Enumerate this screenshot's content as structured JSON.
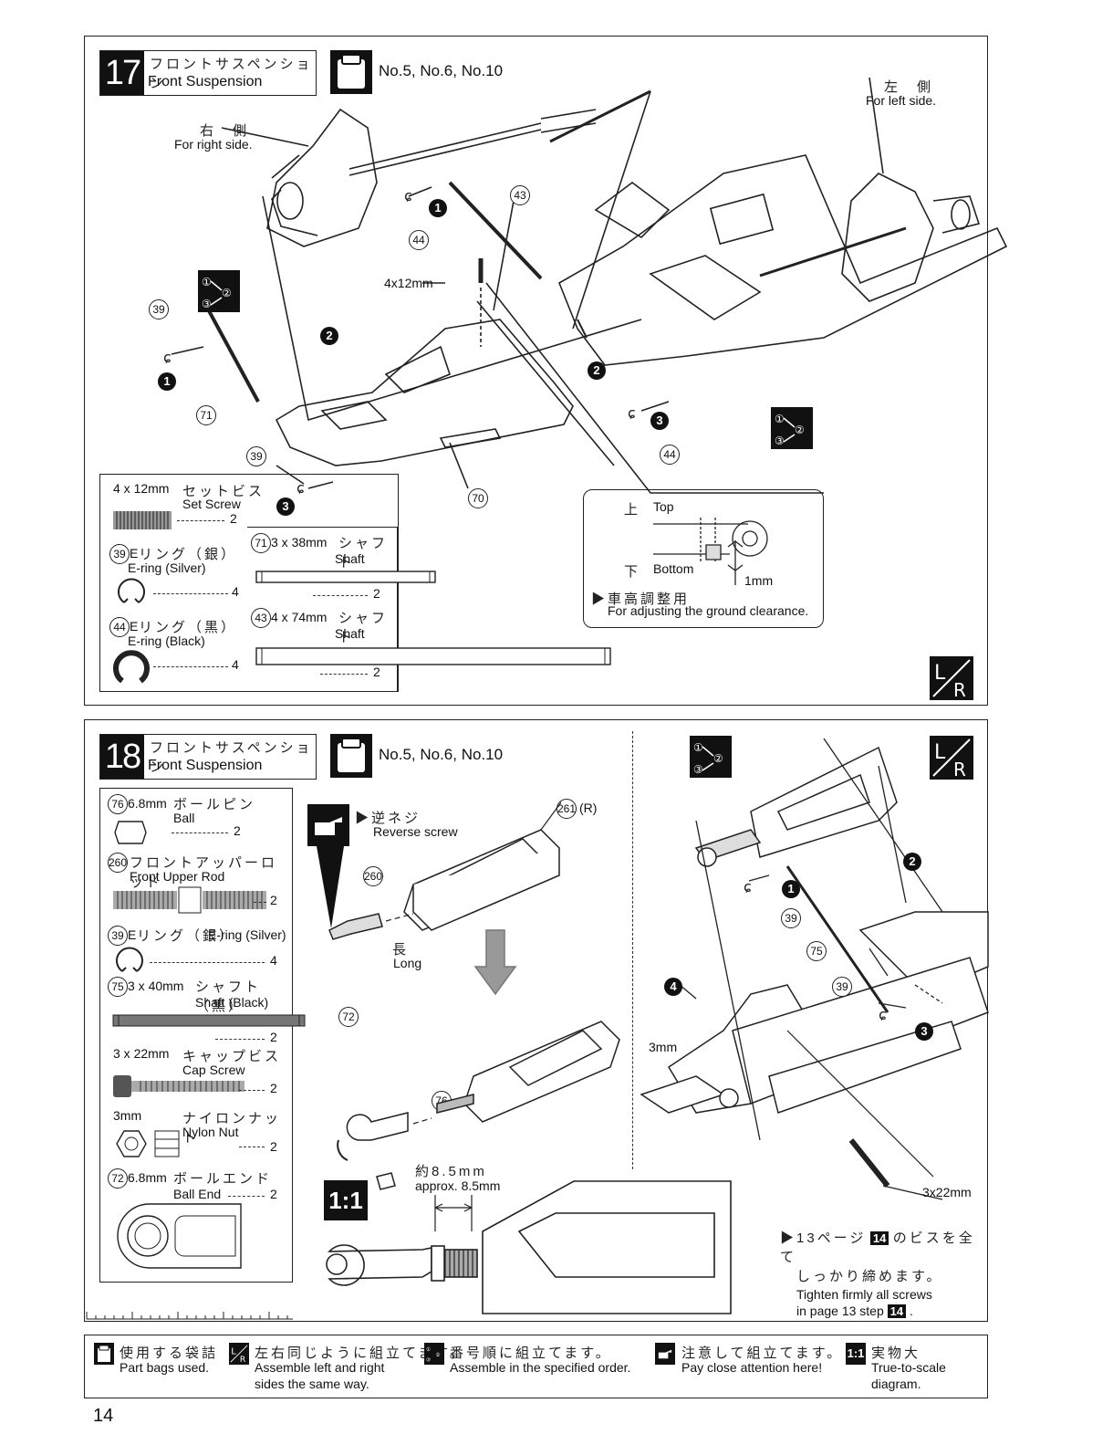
{
  "page_number": "14",
  "step17": {
    "number": "17",
    "title_jp": "フロントサスペンション",
    "title_en": "Front Suspension",
    "bags": "No.5, No.6, No.10",
    "right_jp": "右　側",
    "right_en": "For right side.",
    "left_jp": "左　側",
    "left_en": "For left side.",
    "screw_size": "4x12mm",
    "callout": {
      "top_jp": "上",
      "top_en": "Top",
      "bottom_jp": "下",
      "bottom_en": "Bottom",
      "gap": "1mm",
      "note_jp": "▶車高調整用",
      "note_en": "For adjusting the ground clearance."
    },
    "parts": [
      {
        "num": "",
        "size": "4 x 12mm",
        "jp": "セットビス",
        "en": "Set Screw",
        "qty": "2"
      },
      {
        "num": "39",
        "size": "E",
        "jp": "リング（銀）",
        "en": "E-ring (Silver)",
        "qty": "4"
      },
      {
        "num": "44",
        "size": "E",
        "jp": "リング（黒）",
        "en": "E-ring (Black)",
        "qty": "4"
      },
      {
        "num": "71",
        "size": "3 x 38mm",
        "jp": "シャフト",
        "en": "Shaft",
        "qty": "2"
      },
      {
        "num": "43",
        "size": "4 x 74mm",
        "jp": "シャフト",
        "en": "Shaft",
        "qty": "2"
      }
    ],
    "labels": [
      "39",
      "71",
      "44",
      "43",
      "70",
      "39",
      "44"
    ]
  },
  "step18": {
    "number": "18",
    "title_jp": "フロントサスペンション",
    "title_en": "Front Suspension",
    "bags": "No.5, No.6, No.10",
    "reverse_jp": "▶逆ネジ",
    "reverse_en": "Reverse screw",
    "part_r": "(R)",
    "long_jp": "長",
    "long_en": "Long",
    "approx_jp": "約8.5mm",
    "approx_en": "approx. 8.5mm",
    "nut_size": "3mm",
    "screw_size": "3x22mm",
    "note_jp1": "▶13ページ",
    "note_step": "14",
    "note_jp2": "のビスを全て",
    "note_jp3": "しっかり締めます。",
    "note_en1": "Tighten firmly all screws",
    "note_en2": "in page 13 step",
    "note_en_end": ".",
    "parts": [
      {
        "num": "76",
        "size": "6.8mm",
        "jp": "ボールピン",
        "en": "Ball",
        "qty": "2"
      },
      {
        "num": "260",
        "size": "",
        "jp": "フロントアッパーロッド",
        "en": "Front Upper Rod",
        "qty": "2"
      },
      {
        "num": "39",
        "size": "E",
        "jp": "リング（銀）",
        "en": "E-ring (Silver)",
        "qty": "4"
      },
      {
        "num": "75",
        "size": "3 x 40mm",
        "jp": "シャフト（黒）",
        "en": "Shaft (Black)",
        "qty": "2"
      },
      {
        "num": "",
        "size": "3 x 22mm",
        "jp": "キャップビス",
        "en": "Cap Screw",
        "qty": "2"
      },
      {
        "num": "",
        "size": "3mm",
        "jp": "ナイロンナット",
        "en": "Nylon Nut",
        "qty": "2"
      },
      {
        "num": "72",
        "size": "6.8mm",
        "jp": "ボールエンド",
        "en": "Ball End",
        "qty": "2"
      }
    ]
  },
  "legend": [
    {
      "jp": "使用する袋詰",
      "en1": "Part bags used.",
      "en2": ""
    },
    {
      "jp": "左右同じように組立てます。",
      "en1": "Assemble left and right",
      "en2": "sides the same way."
    },
    {
      "jp": "番号順に組立てます。",
      "en1": "Assemble in the specified order.",
      "en2": ""
    },
    {
      "jp": "注意して組立てます。",
      "en1": "Pay close attention here!",
      "en2": ""
    },
    {
      "jp": "実物大",
      "en1": "True-to-scale",
      "en2": "diagram."
    }
  ],
  "icons": {
    "order": [
      "①",
      "②",
      "③"
    ],
    "lr": [
      "L",
      "R"
    ],
    "scale": "1:1"
  }
}
